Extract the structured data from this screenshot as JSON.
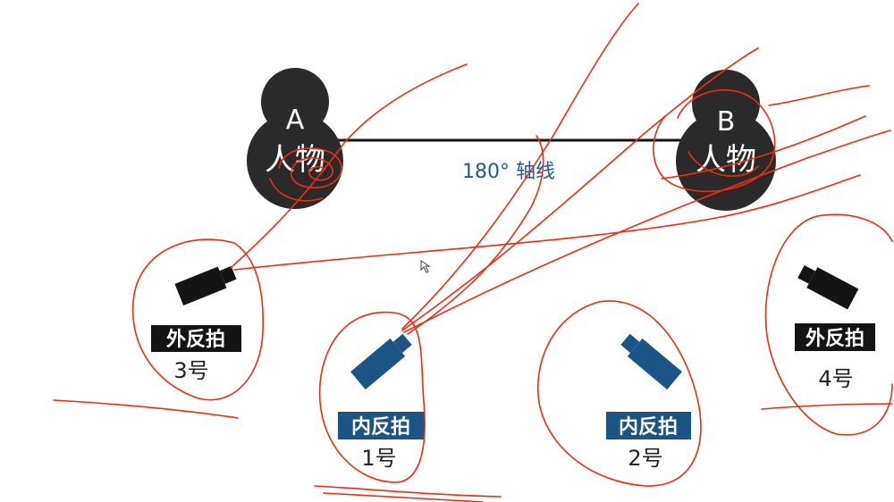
{
  "persons": [
    {
      "letter": "A",
      "name": "人物"
    },
    {
      "letter": "B",
      "name": "人物"
    }
  ],
  "axis": {
    "label": "180° 轴线"
  },
  "cameras": [
    {
      "type": "外反拍",
      "number": "3号"
    },
    {
      "type": "内反拍",
      "number": "1号"
    },
    {
      "type": "内反拍",
      "number": "2号"
    },
    {
      "type": "外反拍",
      "number": "4号"
    }
  ],
  "colors": {
    "person_fill": "#2a2a2a",
    "outer_camera": "#141414",
    "inner_camera": "#1b5586",
    "axis_text": "#1c5f8e",
    "scribble": "#ee2d10"
  }
}
